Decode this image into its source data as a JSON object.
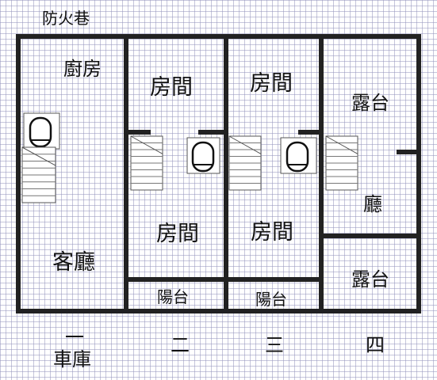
{
  "header": {
    "alley_label": "防火巷"
  },
  "rooms": {
    "kitchen": "廚房",
    "living": "客廳",
    "u2_room_top": "房間",
    "u2_room_bottom": "房間",
    "u2_balcony": "陽台",
    "u3_room_top": "房間",
    "u3_room_bottom": "房間",
    "u3_balcony": "陽台",
    "u4_terrace_top": "露台",
    "u4_hall": "廳",
    "u4_terrace_bottom": "露台"
  },
  "units": {
    "u1": "一",
    "u1_garage": "車庫",
    "u2": "二",
    "u3": "三",
    "u4": "四"
  },
  "colors": {
    "wall": "#222222",
    "grid": "#9696be"
  }
}
